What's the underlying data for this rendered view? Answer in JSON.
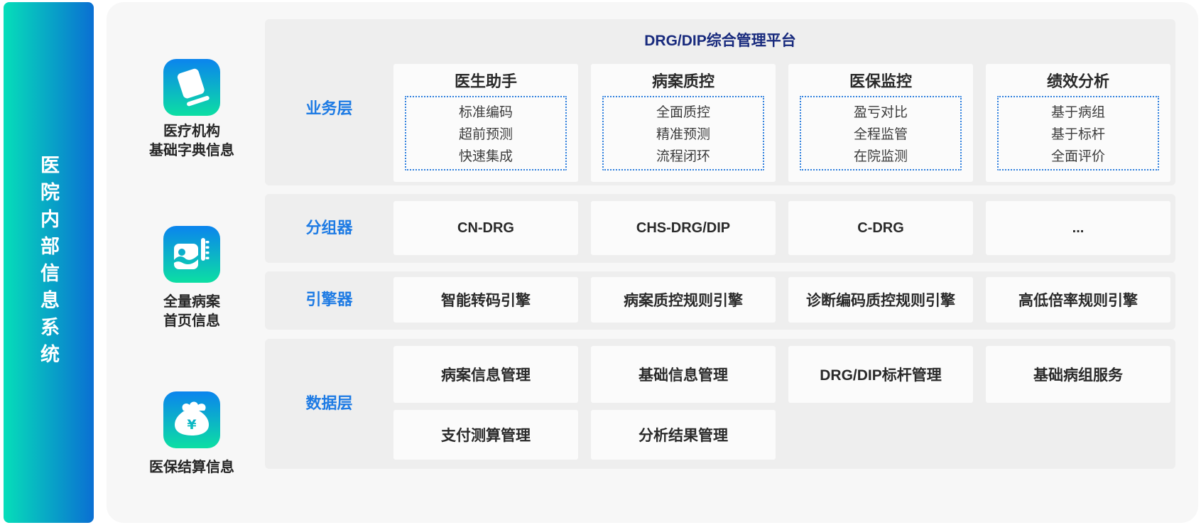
{
  "colors": {
    "sidebar_gradient_start": "#06DEB9",
    "sidebar_gradient_end": "#0A6FD3",
    "icon_gradient_top": "#0B84EE",
    "icon_gradient_bottom": "#0CDFA3",
    "accent_blue": "#1E7BE4",
    "header_navy": "#182A7D",
    "dotted_border_blue": "#2E7FDE"
  },
  "sidebar": {
    "title": "医院内部信息系统"
  },
  "platform": {
    "title": "DRG/DIP综合管理平台"
  },
  "sources": [
    {
      "icon": "book-icon",
      "lines": [
        "医疗机构",
        "基础字典信息"
      ]
    },
    {
      "icon": "photos-icon",
      "lines": [
        "全量病案",
        "首页信息"
      ]
    },
    {
      "icon": "money-bag-icon",
      "lines": [
        "医保结算信息"
      ]
    }
  ],
  "business": {
    "label": "业务层",
    "columns": [
      {
        "title": "医生助手",
        "items": [
          "标准编码",
          "超前预测",
          "快速集成"
        ]
      },
      {
        "title": "病案质控",
        "items": [
          "全面质控",
          "精准预测",
          "流程闭环"
        ]
      },
      {
        "title": "医保监控",
        "items": [
          "盈亏对比",
          "全程监管",
          "在院监测"
        ]
      },
      {
        "title": "绩效分析",
        "items": [
          "基于病组",
          "基于标杆",
          "全面评价"
        ]
      }
    ]
  },
  "grouper": {
    "label": "分组器",
    "cells": [
      "CN-DRG",
      "CHS-DRG/DIP",
      "C-DRG",
      "..."
    ]
  },
  "engine": {
    "label": "引擎器",
    "cells": [
      "智能转码引擎",
      "病案质控规则引擎",
      "诊断编码质控规则引擎",
      "高低倍率规则引擎"
    ]
  },
  "data_layer": {
    "label": "数据层",
    "row1": [
      "病案信息管理",
      "基础信息管理",
      "DRG/DIP标杆管理",
      "基础病组服务"
    ],
    "row2": [
      "支付测算管理",
      "分析结果管理"
    ]
  }
}
